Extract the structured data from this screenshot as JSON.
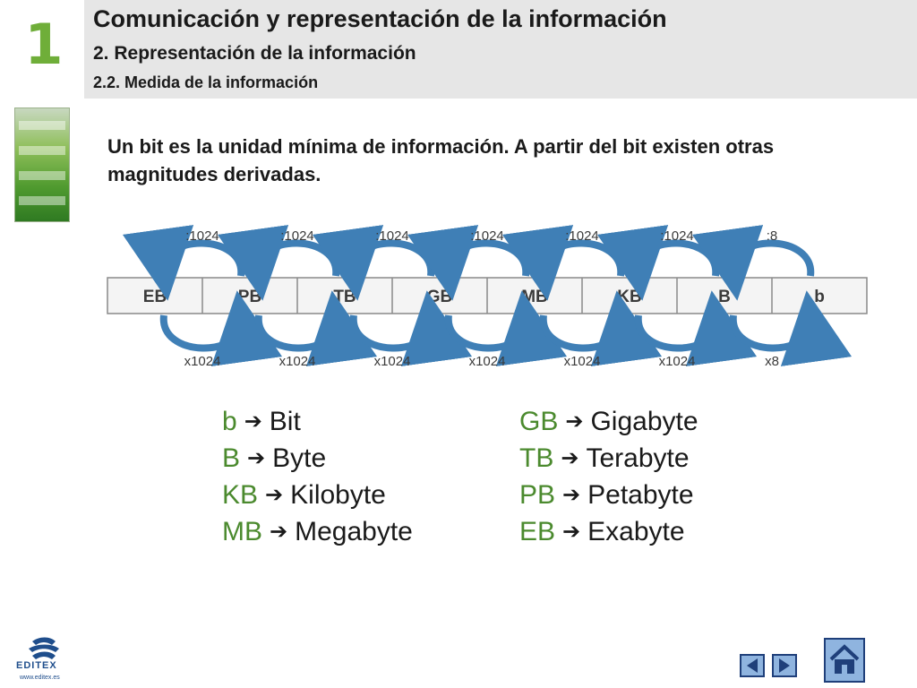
{
  "header": {
    "chapter_number": "1",
    "title": "Comunicación y representación de la información",
    "subtitle": "2. Representación de la información",
    "subsubtitle": "2.2. Medida de la información"
  },
  "intro_text": "Un bit es la unidad mínima de información. A partir del bit existen otras magnitudes derivadas.",
  "diagram": {
    "units": [
      "EB",
      "PB",
      "TB",
      "GB",
      "MB",
      "KB",
      "B",
      "b"
    ],
    "divide_labels": [
      ":1024",
      ":1024",
      ":1024",
      ":1024",
      ":1024",
      ":1024",
      ":8"
    ],
    "multiply_labels": [
      "x1024",
      "x1024",
      "x1024",
      "x1024",
      "x1024",
      "x1024",
      "x8"
    ],
    "arrow_color": "#3f7fb6"
  },
  "units_left": [
    {
      "abbr": "b",
      "name": "Bit"
    },
    {
      "abbr": "B",
      "name": "Byte"
    },
    {
      "abbr": "KB",
      "name": "Kilobyte"
    },
    {
      "abbr": "MB",
      "name": "Megabyte"
    }
  ],
  "units_right": [
    {
      "abbr": "GB",
      "name": "Gigabyte"
    },
    {
      "abbr": "TB",
      "name": "Terabyte"
    },
    {
      "abbr": "PB",
      "name": "Petabyte"
    },
    {
      "abbr": "EB",
      "name": "Exabyte"
    }
  ],
  "colors": {
    "accent_green": "#6fae39",
    "abbr_green": "#4b8a2e",
    "nav_blue": "#1f3f7a"
  },
  "footer": {
    "logo_text": "EDITEX",
    "logo_url": "www.editex.es"
  },
  "icons": {
    "prev": "prev-arrow-icon",
    "next": "next-arrow-icon",
    "home": "home-icon"
  }
}
